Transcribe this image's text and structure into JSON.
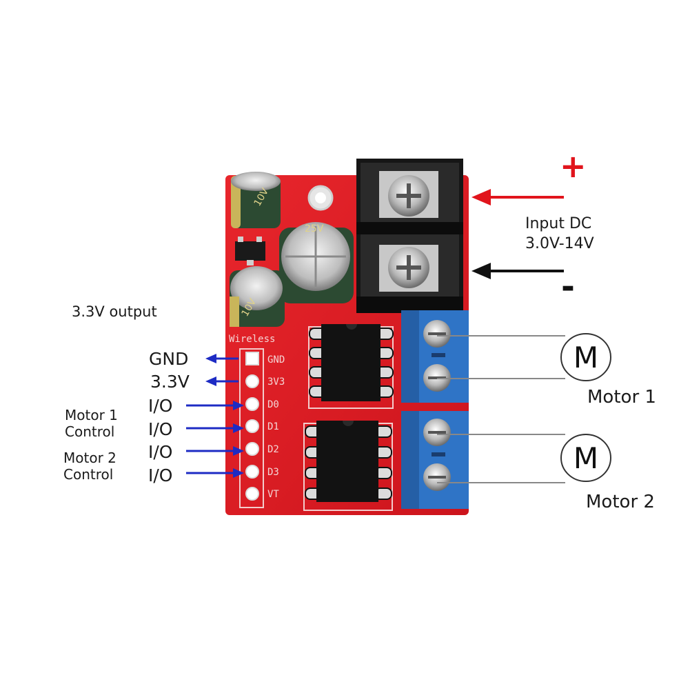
{
  "power": {
    "plus_sign": "+",
    "minus_sign": "-",
    "input_title": "Input DC",
    "input_range": "3.0V-14V"
  },
  "header": {
    "output_note": "3.3V output",
    "silkscreen_title": "Wireless"
  },
  "pins": [
    {
      "label": "GND",
      "silk": "GND",
      "arrow": "out",
      "color": "#1d2bc4"
    },
    {
      "label": "3.3V",
      "silk": "3V3",
      "arrow": "out",
      "color": "#1d2bc4"
    },
    {
      "label": "I/O",
      "silk": "D0",
      "arrow": "in",
      "color": "#1d2bc4"
    },
    {
      "label": "I/O",
      "silk": "D1",
      "arrow": "in",
      "color": "#1d2bc4"
    },
    {
      "label": "I/O",
      "silk": "D2",
      "arrow": "in",
      "color": "#1d2bc4"
    },
    {
      "label": "I/O",
      "silk": "D3",
      "arrow": "in",
      "color": "#1d2bc4"
    },
    {
      "label": "",
      "silk": "VT",
      "arrow": "none",
      "color": "#1d2bc4"
    }
  ],
  "groups": [
    {
      "line1": "Motor 1",
      "line2": "Control"
    },
    {
      "line1": "Motor 2",
      "line2": "Control"
    }
  ],
  "motors": [
    {
      "symbol": "M",
      "label": "Motor 1"
    },
    {
      "symbol": "M",
      "label": "Motor 2"
    }
  ],
  "capacitors": [
    {
      "marking": "10V"
    },
    {
      "marking": "25V"
    },
    {
      "marking": "10V"
    }
  ],
  "colors": {
    "board": "#e01c24",
    "positive_arrow": "#e1141c",
    "negative_arrow": "#111111",
    "signal_arrow": "#1d2bc4",
    "terminal_blue": "#2f74c6"
  }
}
